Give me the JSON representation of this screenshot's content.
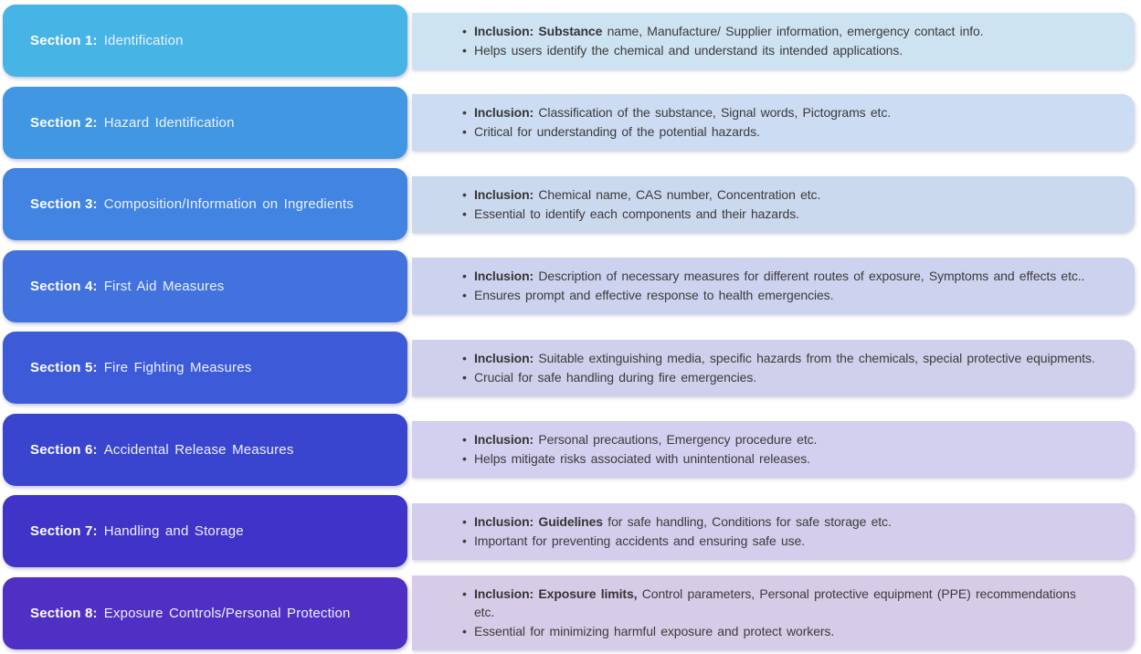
{
  "diagram": {
    "type": "list-infographic",
    "text_color": "#3b3b3b",
    "title_text_color": "#ffffff",
    "sections": [
      {
        "label": "Section 1:",
        "title": "Identification",
        "box_color": "#47b4e6",
        "panel_color": "#cee3f2",
        "bullets": [
          {
            "bold": "Inclusion: Substance",
            "text": "name, Manufacture/ Supplier information, emergency contact info."
          },
          {
            "bold": "",
            "text": "Helps users identify the chemical and understand its intended applications."
          }
        ]
      },
      {
        "label": "Section 2:",
        "title": "Hazard Identification",
        "box_color": "#4297e3",
        "panel_color": "#ccdcf2",
        "bullets": [
          {
            "bold": "Inclusion:",
            "text": "Classification of the substance, Signal words, Pictograms etc."
          },
          {
            "bold": "",
            "text": "Critical for understanding of the potential hazards."
          }
        ]
      },
      {
        "label": "Section 3:",
        "title": "Composition/Information on Ingredients",
        "box_color": "#4184e1",
        "panel_color": "#cbd9ef",
        "bullets": [
          {
            "bold": "Inclusion:",
            "text": "Chemical name, CAS number, Concentration etc."
          },
          {
            "bold": "",
            "text": "Essential to identify each components and their hazards."
          }
        ]
      },
      {
        "label": "Section 4:",
        "title": "First Aid Measures",
        "box_color": "#4272de",
        "panel_color": "#cdd3ef",
        "bullets": [
          {
            "bold": "Inclusion:",
            "text": "Description of necessary measures for different routes of exposure, Symptoms and effects etc.."
          },
          {
            "bold": "",
            "text": "Ensures prompt and effective response to health emergencies."
          }
        ]
      },
      {
        "label": "Section 5:",
        "title": "Fire Fighting Measures",
        "box_color": "#3d5bd8",
        "panel_color": "#cfd1ec",
        "bullets": [
          {
            "bold": "Inclusion:",
            "text": "Suitable extinguishing media, specific hazards from the chemicals, special protective equipments."
          },
          {
            "bold": "",
            "text": "Crucial for safe handling during fire emergencies."
          }
        ]
      },
      {
        "label": "Section 6:",
        "title": "Accidental Release Measures",
        "box_color": "#3945cf",
        "panel_color": "#d3cfee",
        "bullets": [
          {
            "bold": "Inclusion:",
            "text": "Personal precautions, Emergency procedure etc."
          },
          {
            "bold": "",
            "text": "Helps mitigate risks associated with unintentional releases."
          }
        ]
      },
      {
        "label": "Section 7:",
        "title": "Handling and Storage",
        "box_color": "#4033c7",
        "panel_color": "#d4ceec",
        "bullets": [
          {
            "bold": "Inclusion: Guidelines",
            "text": "for safe handling, Conditions for safe storage etc."
          },
          {
            "bold": "",
            "text": "Important for preventing accidents and ensuring safe use."
          }
        ]
      },
      {
        "label": "Section 8:",
        "title": "Exposure Controls/Personal Protection",
        "box_color": "#5030c4",
        "panel_color": "#d7cce8",
        "bullets": [
          {
            "bold": "Inclusion: Exposure limits,",
            "text": "Control parameters, Personal protective equipment (PPE) recommendations etc."
          },
          {
            "bold": "",
            "text": "Essential for minimizing harmful exposure and protect workers."
          }
        ]
      }
    ]
  }
}
